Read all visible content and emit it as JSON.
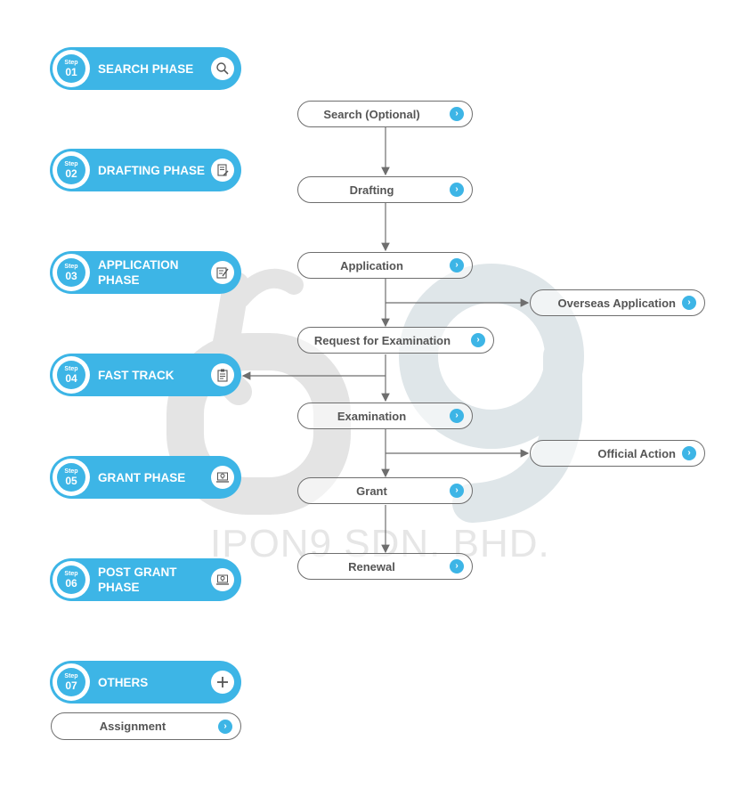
{
  "watermark": {
    "brand": "IPON9 SDN. BHD."
  },
  "colors": {
    "accent": "#3db5e6",
    "line": "#6e6e6e",
    "text": "#555555"
  },
  "steps": [
    {
      "word": "Step",
      "number": "01",
      "title": "SEARCH PHASE",
      "icon": "search-icon"
    },
    {
      "word": "Step",
      "number": "02",
      "title": "DRAFTING PHASE",
      "icon": "document-pen-icon"
    },
    {
      "word": "Step",
      "number": "03",
      "title": "APPLICATION PHASE",
      "icon": "edit-form-icon"
    },
    {
      "word": "Step",
      "number": "04",
      "title": "FAST TRACK",
      "icon": "clipboard-icon"
    },
    {
      "word": "Step",
      "number": "05",
      "title": "GRANT PHASE",
      "icon": "lightbulb-laptop-icon"
    },
    {
      "word": "Step",
      "number": "06",
      "title": "POST GRANT PHASE",
      "icon": "lightbulb-laptop-icon"
    },
    {
      "word": "Step",
      "number": "07",
      "title": "OTHERS",
      "icon": "plus-icon"
    }
  ],
  "flow": {
    "search": "Search (Optional)",
    "drafting": "Drafting",
    "application": "Application",
    "overseas": "Overseas Application",
    "request": "Request for Examination",
    "examination": "Examination",
    "official": "Official Action",
    "grant": "Grant",
    "renewal": "Renewal",
    "assignment": "Assignment"
  },
  "arrow_glyph": "›"
}
